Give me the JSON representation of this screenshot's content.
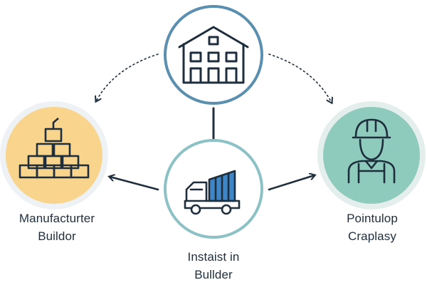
{
  "colors": {
    "ink": "#1f2e3d",
    "warehouse_ring": "#5b8fb0",
    "warehouse_fill": "#ffffff",
    "manufacturer_fill": "#f8d48c",
    "manufacturer_ring": "#eef2f4",
    "builder_fill": "#8fcbbc",
    "builder_ring": "#e4eeec",
    "logistics_ring": "#8cc2c6",
    "truck_cargo": "#3f86c6"
  },
  "nodes": {
    "top": {
      "icon": "warehouse-icon"
    },
    "left": {
      "icon": "stacked-boxes-icon",
      "label_line1": "Manufacturter",
      "label_line2": "Buildor"
    },
    "right": {
      "icon": "construction-worker-icon",
      "label_line1": "Pointulop",
      "label_line2": "Craplasy"
    },
    "center": {
      "icon": "delivery-truck-icon",
      "label_line1": "Instaist in",
      "label_line2": "Bullder"
    }
  }
}
